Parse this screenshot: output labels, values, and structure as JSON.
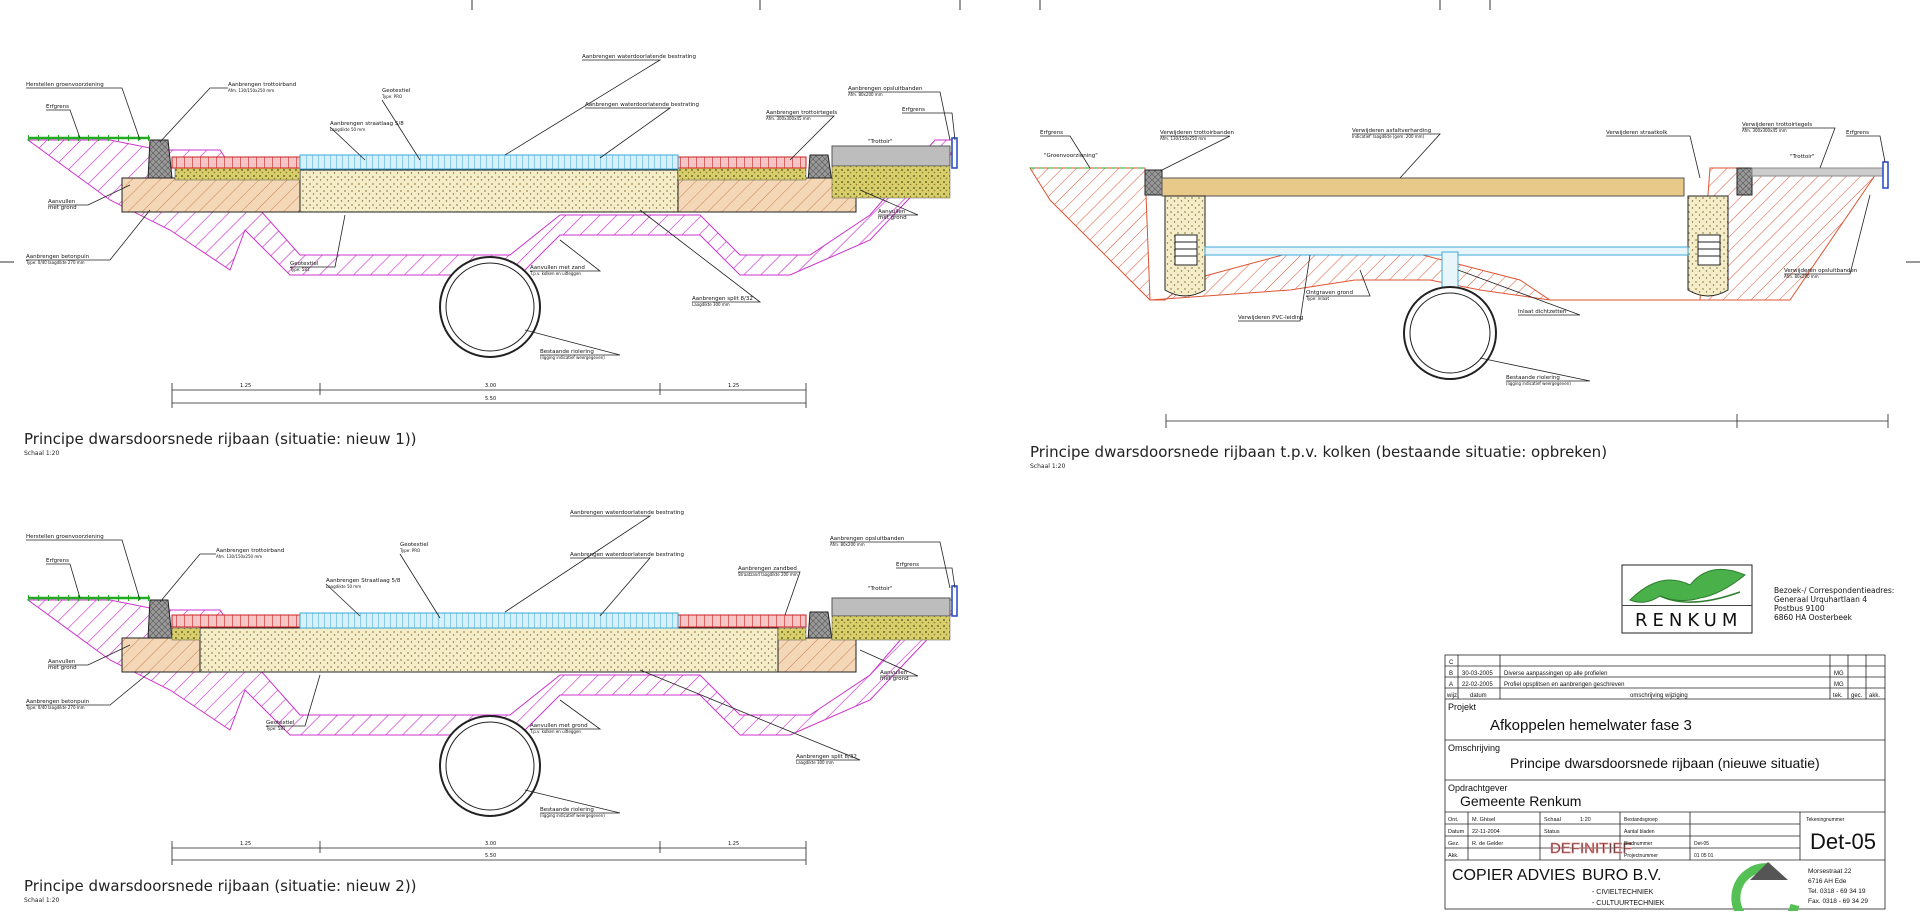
{
  "colors": {
    "ink": "#111111",
    "hatch_pink": "#cc33cc",
    "hatch_red": "#dd5533",
    "concrete": "#f1e7b4",
    "foundation": "#f2c78e",
    "paving_red": "#cc2222",
    "paving_blue": "#66c6e8",
    "grass": "#22aa22",
    "sand_yellow": "#e9c98a",
    "logo_green": "#4ab04a",
    "logo_brown": "#6b3d1e",
    "copier_green": "#55c055"
  },
  "drawing1": {
    "caption": "Principe dwarsdoorsnede rijbaan (situatie: nieuw 1))",
    "scale": "Schaal 1:20",
    "labels": {
      "groen": "Herstellen groenvoorziening",
      "erfgrens_l": "Erfgrens",
      "trottoirband": "Aanbrengen trottoirband",
      "trottoirband_sub": "Afm. 130/150x250 mm",
      "geotextiel_top": "Geotextiel",
      "geotextiel_top_sub": "Type: PRO",
      "straatlaag": "Aanbrengen straatlaag 5/8",
      "straatlaag_sub": "Laagdikte 50 mm",
      "water1": "Aanbrengen waterdoorlatende bestrating",
      "water2": "Aanbrengen waterdoorlatende bestrating",
      "trottoirtegels": "Aanbrengen trottoirtegels",
      "trottoirtegels_sub": "Afm. 300x300x45 mm",
      "opsluitbanden": "Aanbrengen opsluitbanden",
      "opsluitbanden_sub": "Afm. 80x200 mm",
      "erfgrens_r": "Erfgrens",
      "trottoir": "\"Trottoir\"",
      "aanvullen_l": "Aanvullen",
      "aanvullen_l2": "met grond",
      "aanvullen_r": "Aanvullen",
      "aanvullen_r2": "met grond",
      "betonpuin": "Aanbrengen betonpuin",
      "betonpuin_sub": "Type: 0/40 laagdikte 270 mm",
      "geotextiel_bot": "Geotextiel",
      "geotextiel_bot_sub": "Type: 581",
      "zand": "Aanvullen met zand",
      "zand_sub": "T.p.v. kolken en uitleggen",
      "split": "Aanbrengen split 8/32",
      "split_sub": "Laagdikte 300 mm",
      "riolering": "Bestaande riolering",
      "riolering_sub": "(ligging indicatief weergegeven)"
    },
    "dims": {
      "a": "1.25",
      "b": "3.00",
      "c": "1.25",
      "total": "5.50"
    }
  },
  "drawing2": {
    "caption": "Principe dwarsdoorsnede rijbaan (situatie: nieuw 2))",
    "scale": "Schaal 1:20",
    "labels": {
      "groen": "Herstellen groenvoorziening",
      "erfgrens_l": "Erfgrens",
      "trottoirband": "Aanbrengen trottoirband",
      "trottoirband_sub": "Afm. 130/150x250 mm",
      "geotextiel_top": "Geotextiel",
      "geotextiel_top_sub": "Type: PRO",
      "straatlaag": "Aanbrengen Straatlaag 5/8",
      "straatlaag_sub": "Laagdikte 50 mm",
      "water1": "Aanbrengen waterdoorlatende bestrating",
      "water2": "Aanbrengen waterdoorlatende bestrating",
      "zandbed": "Aanbrengen zandbed",
      "zandbed_sub": "Straatzand laagdikte 200 mm",
      "opsluitbanden": "Aanbrengen opsluitbanden",
      "opsluitbanden_sub": "Afm. 80x200 mm",
      "erfgrens_r": "Erfgrens",
      "trottoir": "\"Trottoir\"",
      "aanvullen_l": "Aanvullen",
      "aanvullen_l2": "met grond",
      "aanvullen_r": "Aanvullen",
      "aanvullen_r2": "met grond",
      "betonpuin": "Aanbrengen betonpuin",
      "betonpuin_sub": "Type: 0/40 laagdikte 270 mm",
      "geotextiel_bot": "Geotextiel",
      "geotextiel_bot_sub": "Type: 581",
      "grond": "Aanvullen met grond",
      "grond_sub": "T.p.v. kolken en uitleggen",
      "split": "Aanbrengen split 8/32",
      "split_sub": "Laagdikte 300 mm",
      "riolering": "Bestaande riolering",
      "riolering_sub": "(ligging indicatief weergegeven)"
    },
    "dims": {
      "a": "1.25",
      "b": "3.00",
      "c": "1.25",
      "total": "5.50"
    }
  },
  "drawing3": {
    "caption": "Principe dwarsdoorsnede rijbaan t.p.v. kolken (bestaande situatie: opbreken)",
    "scale": "Schaal 1:20",
    "labels": {
      "erfgrens_l": "Erfgrens",
      "groen": "\"Groenvoorziening\"",
      "trottoirbanden": "Verwijderen trottoirbanden",
      "trottoirbanden_sub": "Afm. 130/150x250 mm",
      "asfalt": "Verwijderen asfaltverharding",
      "asfalt_sub": "Indicatief: laagdikte (gem. 200 mm)",
      "strooikolk": "Verwijderen straatkolk",
      "trottoirtegels": "Verwijderen trottoirtegels",
      "trottoirtegels_sub": "Afm. 300x300x45 mm",
      "trottoir": "\"Trottoir\"",
      "erfgrens_r": "Erfgrens",
      "opsluitbanden": "Verwijderen opsluitbanden",
      "opsluitbanden_sub": "Afm. 80x200 mm",
      "grond": "Ontgraven grond",
      "grond_sub": "Type: inlaat",
      "pvc": "Verwijderen PVC-leiding",
      "dichtzetten": "Inlaat dichtzetten",
      "riolering": "Bestaande riolering",
      "riolering_sub": "(ligging indicatief weergegeven)"
    }
  },
  "logo": {
    "name": "RENKUM",
    "address1": "Bezoek-/ Correspondentieadres:",
    "address2": "Generaal Urquhartlaan 4",
    "address3": "Postbus 9100",
    "address4": "6860 HA  Oosterbeek"
  },
  "titleblock": {
    "rev_rows": [
      {
        "rev": "C",
        "date": "",
        "desc": "",
        "by": ""
      },
      {
        "rev": "B",
        "date": "30-03-2005",
        "desc": "Diverse aanpassingen op alle profielen",
        "by": "MG"
      },
      {
        "rev": "A",
        "date": "22-02-2005",
        "desc": "Profiel opsplitsen en aanbrengen geschreven",
        "by": "MG"
      }
    ],
    "rev_header": {
      "rev": "wijz.",
      "date": "datum",
      "desc": "omschrijving wijziging",
      "tek": "tek.",
      "gec": "gec.",
      "akk": "akk."
    },
    "projekt_label": "Projekt",
    "projekt": "Afkoppelen hemelwater fase 3",
    "omschrijving_label": "Omschrijving",
    "omschrijving": "Principe dwarsdoorsnede rijbaan (nieuwe situatie)",
    "opdrachtgever_label": "Opdrachtgever",
    "opdrachtgever": "Gemeente Renkum",
    "info": [
      {
        "k": "Ont.",
        "v": "M. Ghisel"
      },
      {
        "k": "Datum",
        "v": "22-11-2004"
      },
      {
        "k": "Gez.",
        "v": "R. de Gelder"
      },
      {
        "k": "Akk.",
        "v": ""
      }
    ],
    "schaal_label": "Schaal",
    "schaal": "1:20",
    "status_label": "Status",
    "status": "DEFINITIEF",
    "meta": [
      {
        "k": "Bestandsgroep",
        "v": ""
      },
      {
        "k": "Aantal bladen",
        "v": ""
      },
      {
        "k": "Bladnummer",
        "v": "Det-05"
      },
      {
        "k": "Projectnummer",
        "v": "01 05 01"
      }
    ],
    "tek_label": "Tekeningnummer",
    "tek_nr": "Det-05",
    "company": "COPIER ADVIES",
    "company2": "BURO B.V.",
    "services1": "- CIVIELTECHNIEK",
    "services2": "- CULTUURTECHNIEK",
    "addr1": "Morsestraat 22",
    "addr2": "6716 AH Ede",
    "tel": "Tel.  0318 - 69 34 19",
    "fax": "Fax.  0318 - 69 34 29"
  }
}
